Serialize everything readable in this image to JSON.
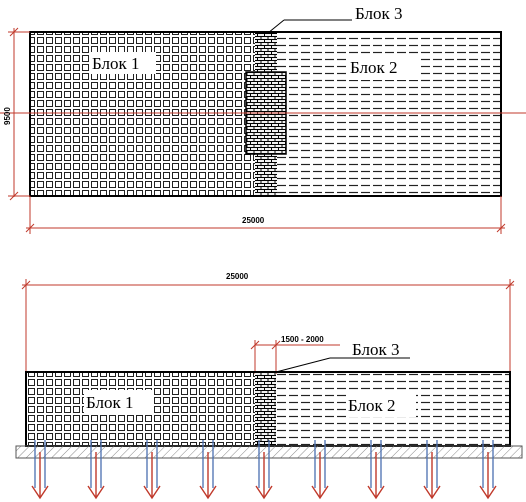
{
  "plan": {
    "block1_label": "Блок 1",
    "block2_label": "Блок 2",
    "block3_label": "Блок 3",
    "dim_width": "25000",
    "dim_height": "9500"
  },
  "section": {
    "block1_label": "Блок 1",
    "block2_label": "Блок 2",
    "block3_label": "Блок 3",
    "dim_width": "25000",
    "dim_gap": "1500 - 2000"
  },
  "colors": {
    "dimension_lines": "#c0392b",
    "piles": "#4a6fb0",
    "outline": "#000000",
    "ground_hatch": "#8a8a8a"
  }
}
